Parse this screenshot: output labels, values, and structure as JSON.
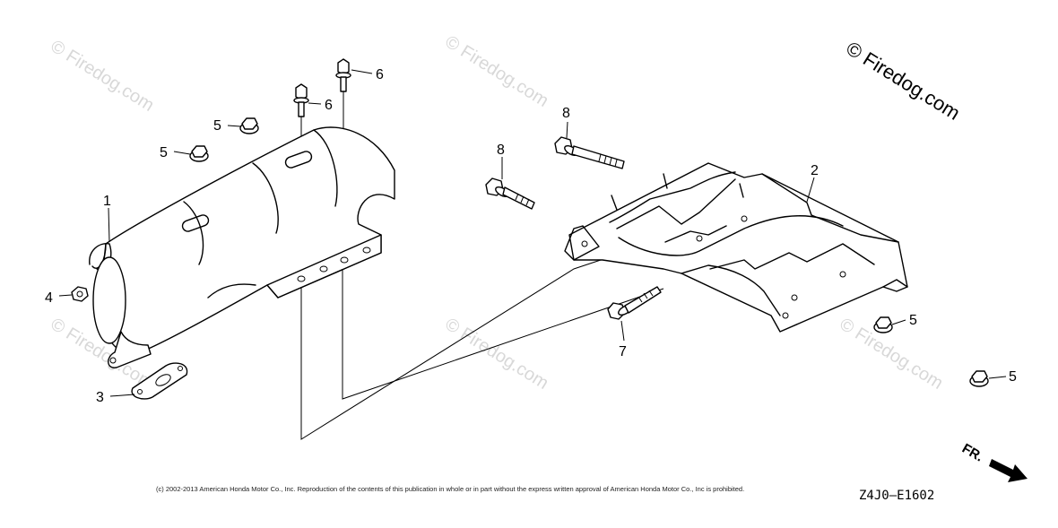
{
  "watermark": {
    "text": "© Firedog.com",
    "colors": {
      "faint": "#d8d8d8",
      "dark": "#000000"
    }
  },
  "callouts": {
    "c1": "1",
    "c2": "2",
    "c3": "3",
    "c4": "4",
    "c5a": "5",
    "c5b": "5",
    "c5c": "5",
    "c5d": "5",
    "c6a": "6",
    "c6b": "6",
    "c7": "7",
    "c8a": "8",
    "c8b": "8"
  },
  "direction": {
    "label": "FR."
  },
  "footer": {
    "copyright": "(c) 2002-2013 American Honda Motor Co., Inc. Reproduction of the contents of this publication in whole or in part without the express written approval of American Honda Motor Co., Inc is prohibited.",
    "diagram_code": "Z4J0—E1602"
  }
}
